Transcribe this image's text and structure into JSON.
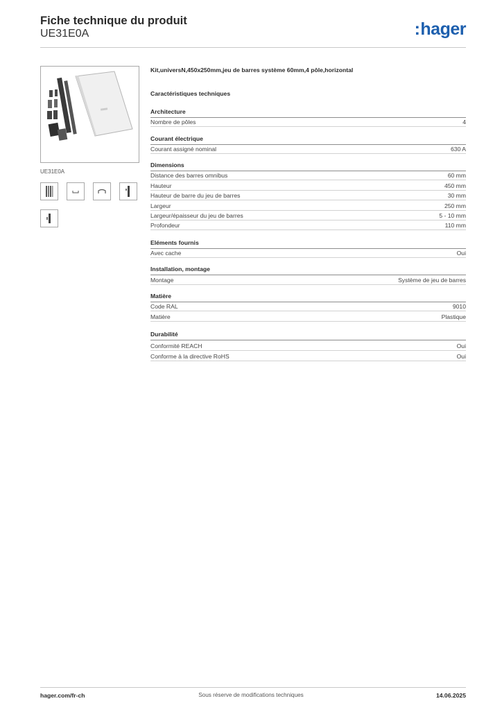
{
  "header": {
    "title": "Fiche technique du produit",
    "reference": "UE31E0A",
    "logo_text": "hager",
    "logo_color": "#1d5fae"
  },
  "product": {
    "image_caption": "UE31E0A",
    "description": "Kit,universN,450x250mm,jeu de barres système 60mm,4 pôle,horizontal",
    "specs_heading": "Caractéristiques techniques"
  },
  "sections": [
    {
      "title": "Architecture",
      "rows": [
        {
          "label": "Nombre de pôles",
          "value": "4"
        }
      ]
    },
    {
      "title": "Courant électrique",
      "rows": [
        {
          "label": "Courant assigné nominal",
          "value": "630 A"
        }
      ]
    },
    {
      "title": "Dimensions",
      "rows": [
        {
          "label": "Distance des barres omnibus",
          "value": "60 mm"
        },
        {
          "label": "Hauteur",
          "value": "450 mm"
        },
        {
          "label": "Hauteur de barre du jeu de barres",
          "value": "30 mm"
        },
        {
          "label": "Largeur",
          "value": "250 mm"
        },
        {
          "label": "Largeur/épaisseur du jeu de barres",
          "value": "5 - 10 mm"
        },
        {
          "label": "Profondeur",
          "value": "110 mm"
        }
      ]
    },
    {
      "title": "Eléments fournis",
      "rows": [
        {
          "label": "Avec cache",
          "value": "Oui"
        }
      ]
    },
    {
      "title": "Installation, montage",
      "rows": [
        {
          "label": "Montage",
          "value": "Système de jeu de barres"
        }
      ]
    },
    {
      "title": "Matière",
      "rows": [
        {
          "label": "Code RAL",
          "value": "9010"
        },
        {
          "label": "Matière",
          "value": "Plastique"
        }
      ]
    },
    {
      "title": "Durabilité",
      "rows": [
        {
          "label": "Conformité REACH",
          "value": "Oui"
        },
        {
          "label": "Conforme à la directive RoHS",
          "value": "Oui"
        }
      ]
    }
  ],
  "footer": {
    "website": "hager.com/fr-ch",
    "notice": "Sous réserve de modifications techniques",
    "date": "14.06.2025"
  }
}
